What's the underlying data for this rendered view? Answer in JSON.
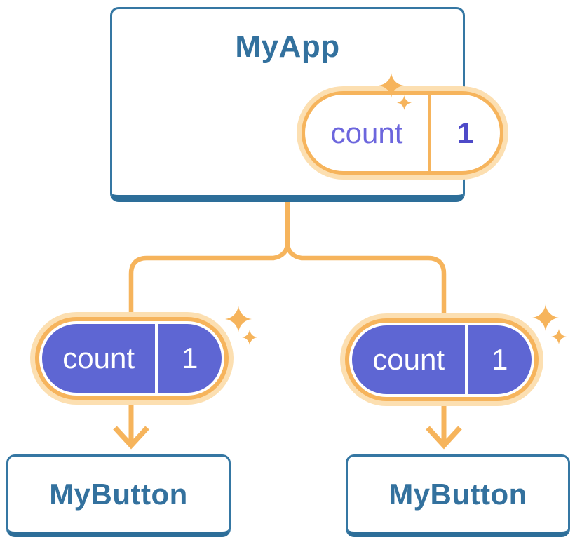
{
  "tree": {
    "root": {
      "title": "MyApp",
      "state": {
        "name": "count",
        "value": "1"
      }
    },
    "children": [
      {
        "title": "MyButton",
        "prop": {
          "name": "count",
          "value": "1"
        }
      },
      {
        "title": "MyButton",
        "prop": {
          "name": "count",
          "value": "1"
        }
      }
    ]
  },
  "colors": {
    "orange": "#F6B45C",
    "peach": "#FCDFB1",
    "purple": "#5E66D3",
    "purple-text": "#6C66DD",
    "purple-bold": "#4E4AC8",
    "blue-border": "#3577A3",
    "blue-dark": "#2D6E99",
    "blue-text": "#33719E"
  }
}
